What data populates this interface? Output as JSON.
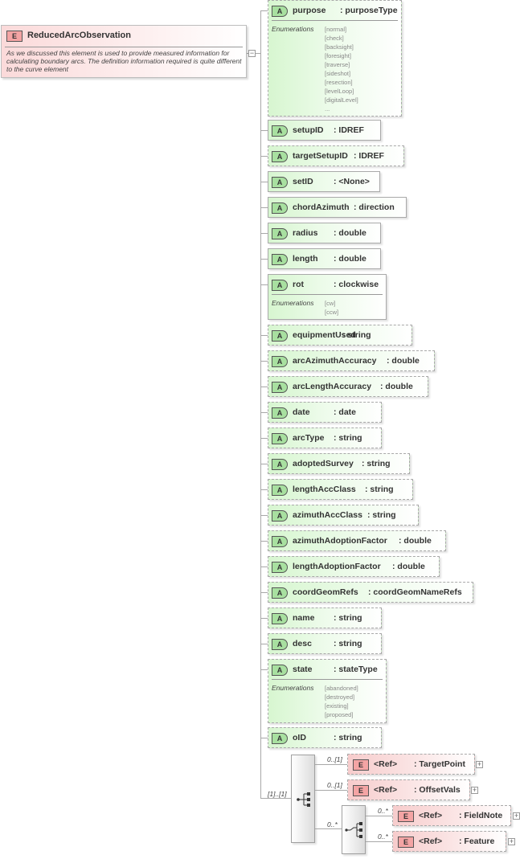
{
  "root": {
    "badge": "E",
    "name": "ReducedArcObservation",
    "documentation": "As we discussed this element is used to provide measured information for calculating boundary arcs. The definition information required is quite different to the curve element",
    "collapse_symbol": "−"
  },
  "enumerations_label": "Enumerations",
  "attributes": [
    {
      "badge": "A",
      "name": "purpose",
      "type": ": purposeType",
      "enumerations": [
        "[normal]",
        "[check]",
        "[backsight]",
        "[foresight]",
        "[traverse]",
        "[sideshot]",
        "[resection]",
        "[levelLoop]",
        "[digitalLevel]",
        "..."
      ]
    },
    {
      "badge": "A",
      "name": "setupID",
      "type": ": IDREF"
    },
    {
      "badge": "A",
      "name": "targetSetupID",
      "type": ": IDREF"
    },
    {
      "badge": "A",
      "name": "setID",
      "type": ": <None>"
    },
    {
      "badge": "A",
      "name": "chordAzimuth",
      "type": ": direction"
    },
    {
      "badge": "A",
      "name": "radius",
      "type": ": double"
    },
    {
      "badge": "A",
      "name": "length",
      "type": ": double"
    },
    {
      "badge": "A",
      "name": "rot",
      "type": ": clockwise",
      "enumerations": [
        "[cw]",
        "[ccw]"
      ]
    },
    {
      "badge": "A",
      "name": "equipmentUsed",
      "type": ": string"
    },
    {
      "badge": "A",
      "name": "arcAzimuthAccuracy",
      "type": ": double"
    },
    {
      "badge": "A",
      "name": "arcLengthAccuracy",
      "type": ": double"
    },
    {
      "badge": "A",
      "name": "date",
      "type": ": date"
    },
    {
      "badge": "A",
      "name": "arcType",
      "type": ": string"
    },
    {
      "badge": "A",
      "name": "adoptedSurvey",
      "type": ": string"
    },
    {
      "badge": "A",
      "name": "lengthAccClass",
      "type": ": string"
    },
    {
      "badge": "A",
      "name": "azimuthAccClass",
      "type": ": string"
    },
    {
      "badge": "A",
      "name": "azimuthAdoptionFactor",
      "type": ": double"
    },
    {
      "badge": "A",
      "name": "lengthAdoptionFactor",
      "type": ": double"
    },
    {
      "badge": "A",
      "name": "coordGeomRefs",
      "type": ": coordGeomNameRefs"
    },
    {
      "badge": "A",
      "name": "name",
      "type": ": string"
    },
    {
      "badge": "A",
      "name": "desc",
      "type": ": string"
    },
    {
      "badge": "A",
      "name": "state",
      "type": ": stateType",
      "enumerations": [
        "[abandoned]",
        "[destroyed]",
        "[existing]",
        "[proposed]"
      ]
    },
    {
      "badge": "A",
      "name": "oID",
      "type": ": string"
    }
  ],
  "sequence": {
    "occurrence": "[1]..[1]",
    "children": [
      {
        "occurrence": "0..[1]",
        "badge": "E",
        "ref": "<Ref>",
        "type": ": TargetPoint",
        "expand_symbol": "+"
      },
      {
        "occurrence": "0..[1]",
        "badge": "E",
        "ref": "<Ref>",
        "type": ": OffsetVals",
        "expand_symbol": "+"
      }
    ],
    "choice": {
      "occurrence": "0..*",
      "children": [
        {
          "occurrence": "0..*",
          "badge": "E",
          "ref": "<Ref>",
          "type": ": FieldNote",
          "expand_symbol": "+"
        },
        {
          "occurrence": "0..*",
          "badge": "E",
          "ref": "<Ref>",
          "type": ": Feature",
          "expand_symbol": "+"
        }
      ]
    }
  }
}
